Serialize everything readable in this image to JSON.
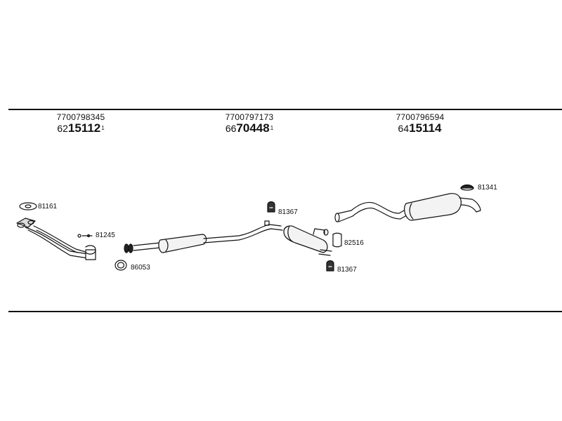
{
  "groups": [
    {
      "oem": "7700798345",
      "code_prefix": "62",
      "code_main": "15112",
      "code_sup": "1"
    },
    {
      "oem": "7700797173",
      "code_prefix": "66",
      "code_main": "70448",
      "code_sup": "1"
    },
    {
      "oem": "7700796594",
      "code_prefix": "64",
      "code_main": "15114",
      "code_sup": ""
    }
  ],
  "parts": [
    {
      "id": "81161",
      "label": "81161"
    },
    {
      "id": "81245",
      "label": "81245"
    },
    {
      "id": "86053",
      "label": "86053"
    },
    {
      "id": "81367-a",
      "label": "81367"
    },
    {
      "id": "82516",
      "label": "82516"
    },
    {
      "id": "81367-b",
      "label": "81367"
    },
    {
      "id": "81341",
      "label": "81341"
    }
  ]
}
